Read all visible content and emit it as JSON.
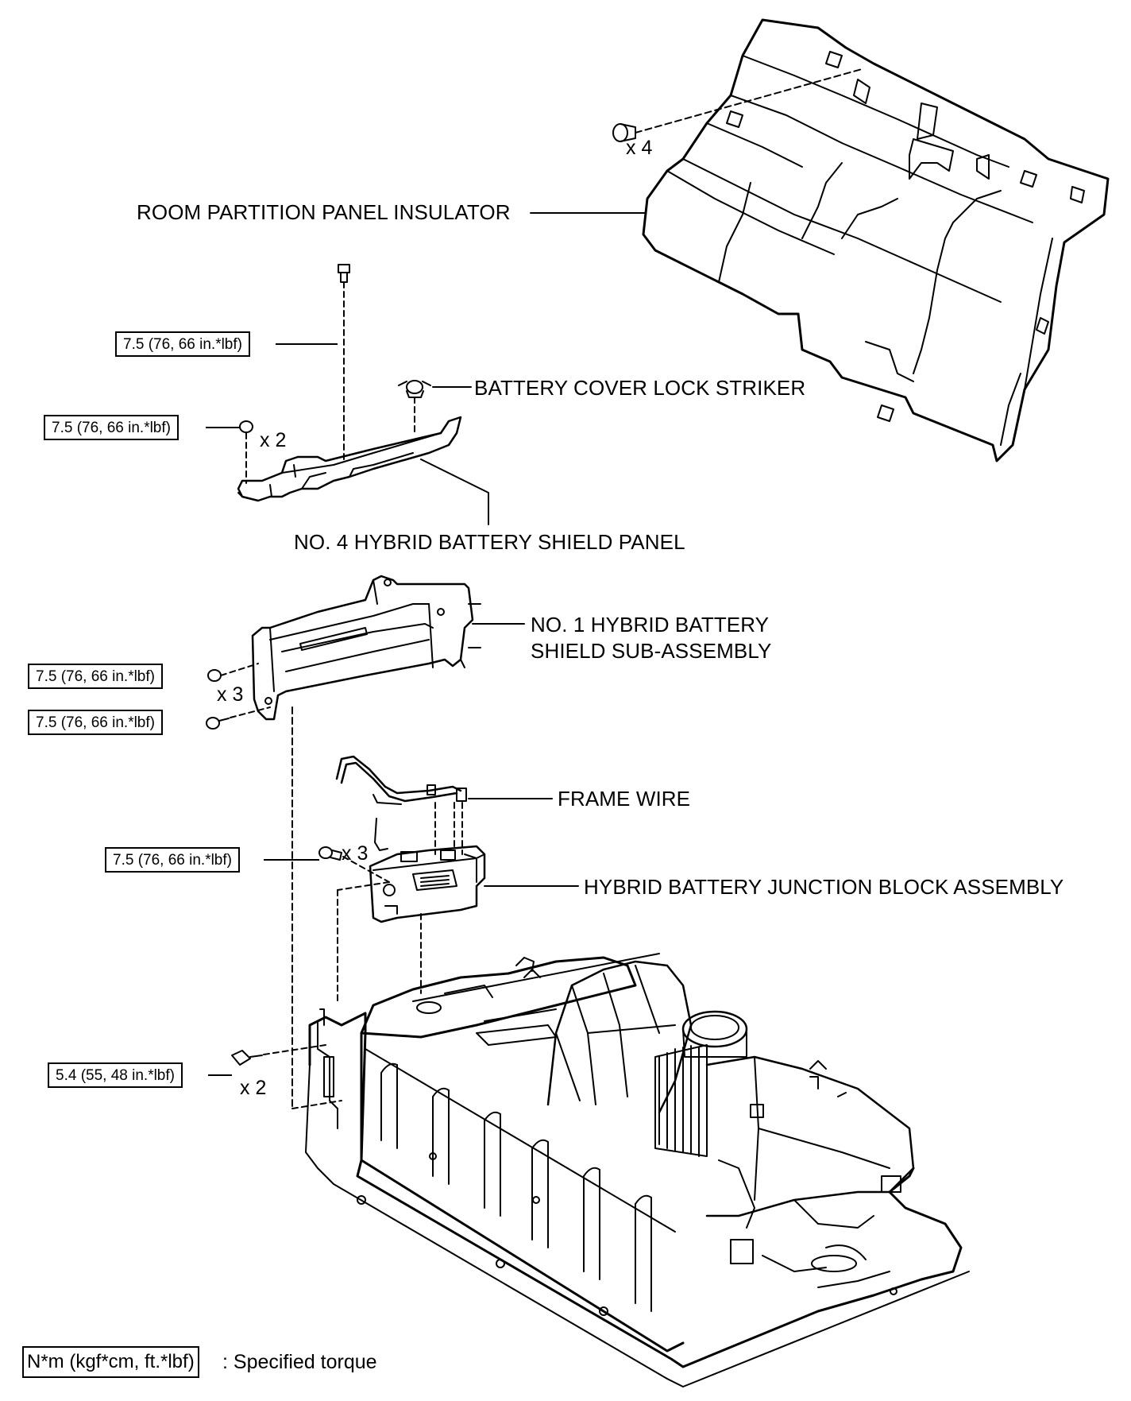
{
  "parts": {
    "room_partition_panel_insulator": "ROOM PARTITION PANEL INSULATOR",
    "battery_cover_lock_striker": "BATTERY COVER LOCK STRIKER",
    "no4_shield_panel": "NO. 4 HYBRID BATTERY SHIELD PANEL",
    "no1_shield_line1": "NO. 1 HYBRID BATTERY",
    "no1_shield_line2": "SHIELD SUB-ASSEMBLY",
    "frame_wire": "FRAME WIRE",
    "junction_block": "HYBRID BATTERY JUNCTION BLOCK ASSEMBLY"
  },
  "torques": {
    "t1": "7.5 (76, 66 in.*lbf)",
    "t2": "7.5 (76, 66 in.*lbf)",
    "t3": "7.5 (76, 66 in.*lbf)",
    "t4": "7.5 (76, 66 in.*lbf)",
    "t5": "7.5 (76, 66 in.*lbf)",
    "t6": "5.4 (55, 48 in.*lbf)"
  },
  "quantities": {
    "q_insulator_clips": "x 4",
    "q_shield_nuts": "x 2",
    "q_no1_nuts": "x 3",
    "q_junction_bolts": "x 3",
    "q_bottom_bolts": "x 2"
  },
  "legend": {
    "unit": "N*m (kgf*cm, ft.*lbf)",
    "description": ": Specified torque"
  }
}
